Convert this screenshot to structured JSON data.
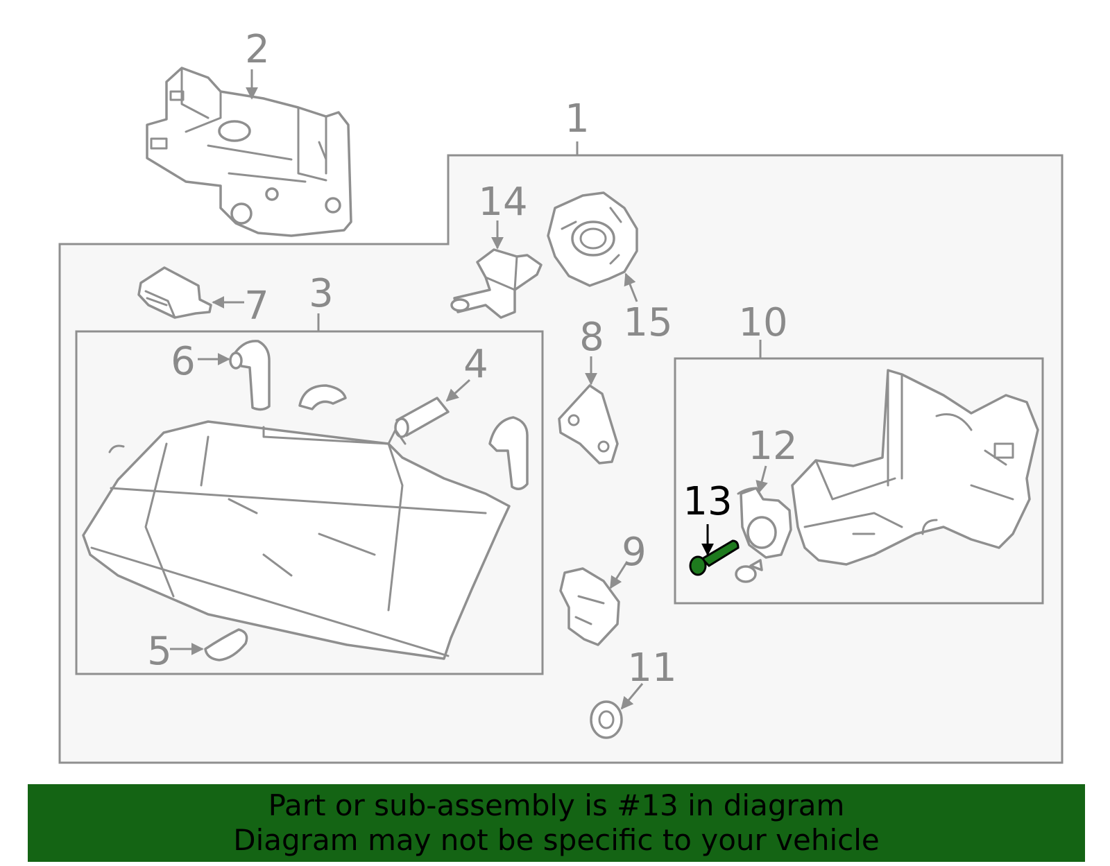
{
  "diagram": {
    "callouts": [
      "1",
      "2",
      "3",
      "4",
      "5",
      "6",
      "7",
      "8",
      "9",
      "10",
      "11",
      "12",
      "13",
      "14",
      "15"
    ],
    "highlighted_callout": "13",
    "highlight_color": "#1e7a1e"
  },
  "banner": {
    "line1": "Part or sub-assembly is #13 in diagram",
    "line2": "Diagram may not be specific to your vehicle",
    "background": "#146414"
  }
}
